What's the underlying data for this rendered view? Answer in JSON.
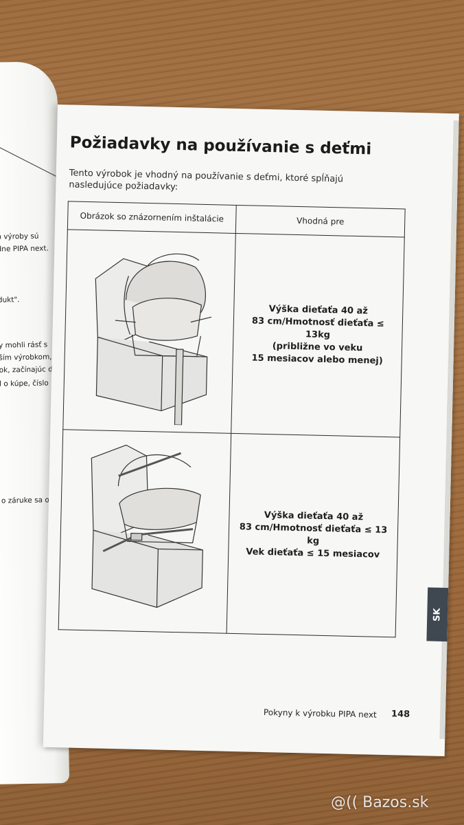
{
  "left_page": {
    "fragments": [
      "n výroby sú",
      "dne PIPA next.",
      "dukt\".",
      "y mohli rásť s",
      "ším výrobkom,",
      "ok, začínajúc dňom",
      "l o kúpe, číslo",
      "o záruke sa obráťte"
    ]
  },
  "page": {
    "title": "Požiadavky na používanie s deťmi",
    "intro": "Tento výrobok je vhodný na používanie s deťmi, ktoré spĺňajú nasledujúce požiadavky:",
    "table": {
      "header_image": "Obrázok so znázornením inštalácie",
      "header_suitable": "Vhodná pre",
      "rows": [
        {
          "lines": [
            "Výška dieťaťa 40 až",
            "83 cm/Hmotnosť dieťaťa ≤ 13kg",
            "(približne vo veku",
            "15 mesiacov alebo menej)"
          ]
        },
        {
          "lines": [
            "Výška dieťaťa 40 až",
            "83 cm/Hmotnosť dieťaťa ≤ 13 kg",
            "Vek dieťaťa ≤ 15 mesiacov"
          ]
        }
      ]
    },
    "side_tab": "SK",
    "footer": "Pokyny k výrobku PIPA next",
    "page_number": "148"
  },
  "watermark": "@(( Bazos.sk"
}
